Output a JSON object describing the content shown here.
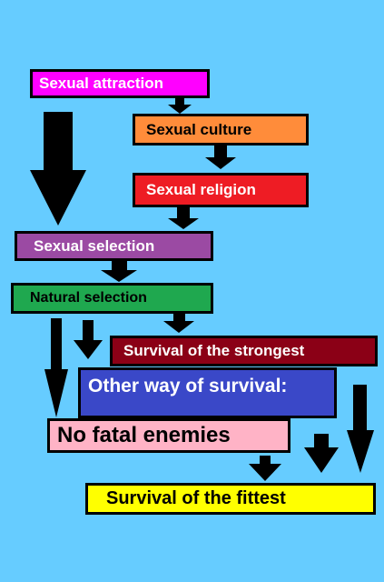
{
  "colors": {
    "background": "#66ccff",
    "arrow": "#000000"
  },
  "nodes": {
    "sexual_attraction": {
      "label": "Sexual attraction",
      "fill": "#ff00ff",
      "text": "#ffffff"
    },
    "sexual_culture": {
      "label": "Sexual culture",
      "fill": "#ff8c3a",
      "text": "#000000"
    },
    "sexual_religion": {
      "label": "Sexual religion",
      "fill": "#ee1c24",
      "text": "#ffffff"
    },
    "sexual_selection": {
      "label": "Sexual selection",
      "fill": "#9b4aa3",
      "text": "#ffffff"
    },
    "natural_selection": {
      "label": "Natural selection",
      "fill": "#1fa84f",
      "text": "#000000"
    },
    "survival_strongest": {
      "label": "Survival of the strongest",
      "fill": "#8b0016",
      "text": "#ffffff"
    },
    "other_way": {
      "label": "Other way of survival:",
      "fill": "#3a48c8",
      "text": "#ffffff"
    },
    "no_fatal_enemies": {
      "label": "No fatal enemies",
      "fill": "#ffb3c6",
      "text": "#000000"
    },
    "survival_fittest": {
      "label": "Survival of the fittest",
      "fill": "#ffff00",
      "text": "#000000"
    }
  },
  "edges": [
    {
      "from": "sexual_attraction",
      "to": "sexual_culture"
    },
    {
      "from": "sexual_culture",
      "to": "sexual_religion"
    },
    {
      "from": "sexual_religion",
      "to": "sexual_selection"
    },
    {
      "from": "sexual_attraction",
      "to": "sexual_selection"
    },
    {
      "from": "sexual_selection",
      "to": "natural_selection"
    },
    {
      "from": "natural_selection",
      "to": "survival_strongest"
    },
    {
      "from": "natural_selection",
      "to": "other_way"
    },
    {
      "from": "natural_selection",
      "to": "no_fatal_enemies"
    },
    {
      "from": "no_fatal_enemies",
      "to": "survival_fittest"
    },
    {
      "from": "other_way",
      "to": "survival_fittest"
    },
    {
      "from": "survival_strongest",
      "to": "survival_fittest"
    }
  ]
}
